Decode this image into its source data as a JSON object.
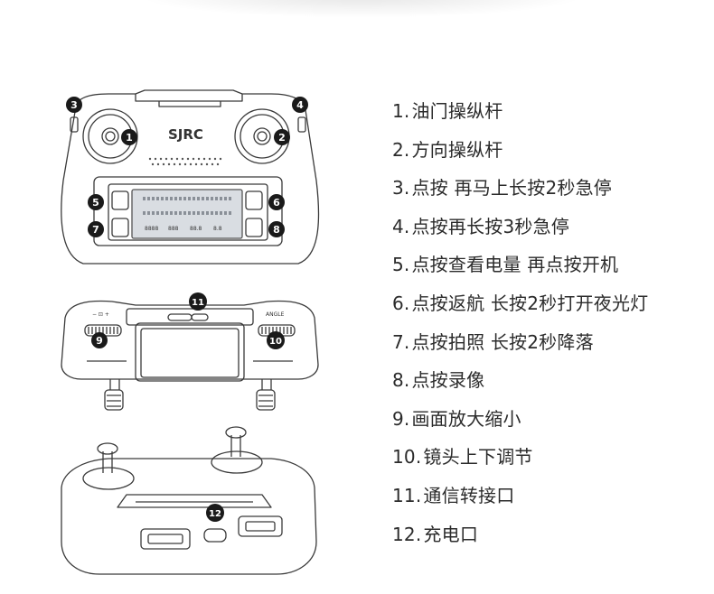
{
  "brand_logo": "SJRC",
  "callouts": [
    "1",
    "2",
    "3",
    "4",
    "5",
    "6",
    "7",
    "8",
    "9",
    "10",
    "11",
    "12"
  ],
  "legend": [
    {
      "num": "1.",
      "text": "油门操纵杆"
    },
    {
      "num": "2.",
      "text": "方向操纵杆"
    },
    {
      "num": "3.",
      "text": "点按 再马上长按2秒急停"
    },
    {
      "num": "4.",
      "text": "点按再长按3秒急停"
    },
    {
      "num": "5.",
      "text": "点按查看电量 再点按开机"
    },
    {
      "num": "6.",
      "text": "点按返航 长按2秒打开夜光灯"
    },
    {
      "num": "7.",
      "text": "点按拍照 长按2秒降落"
    },
    {
      "num": "8.",
      "text": "点按录像"
    },
    {
      "num": "9.",
      "text": "画面放大缩小"
    },
    {
      "num": "10.",
      "text": "镜头上下调节"
    },
    {
      "num": "11.",
      "text": "通信转接口"
    },
    {
      "num": "12.",
      "text": "充电口"
    }
  ],
  "side_labels": {
    "left_dial": "− ⊡ +",
    "right_dial": "ANGLE"
  },
  "lcd": {
    "row1": "8888",
    "row2": "888",
    "row3": "88.8",
    "row4": "8.8"
  },
  "colors": {
    "line": "#3a3a3a",
    "callout_bg": "#1a1a1a",
    "callout_fg": "#ffffff",
    "lcd_bg": "#d9dde2"
  }
}
